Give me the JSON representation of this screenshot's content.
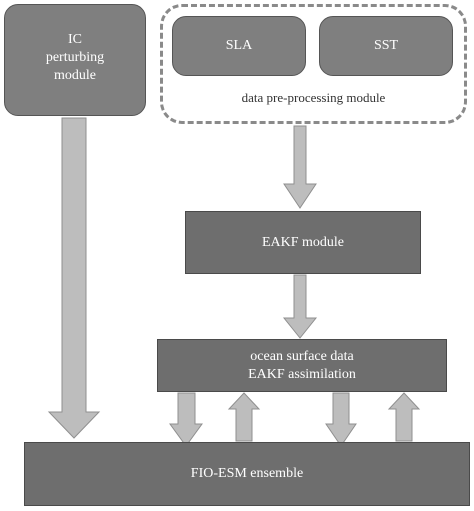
{
  "nodes": {
    "ic_module": {
      "line1": "IC",
      "line2": "perturbing",
      "line3": "module"
    },
    "sla": "SLA",
    "sst": "SST",
    "preprocessing_group": "data pre-processing module",
    "eakf_module": "EAKF module",
    "ocean_assimilation": {
      "line1": "ocean surface data",
      "line2": "EAKF assimilation"
    },
    "fio_esm": "FIO-ESM ensemble"
  },
  "colors": {
    "box_fill": "#7f7f7f",
    "arrow_fill": "#bdbdbd",
    "dash_border": "#8a8a8a"
  }
}
